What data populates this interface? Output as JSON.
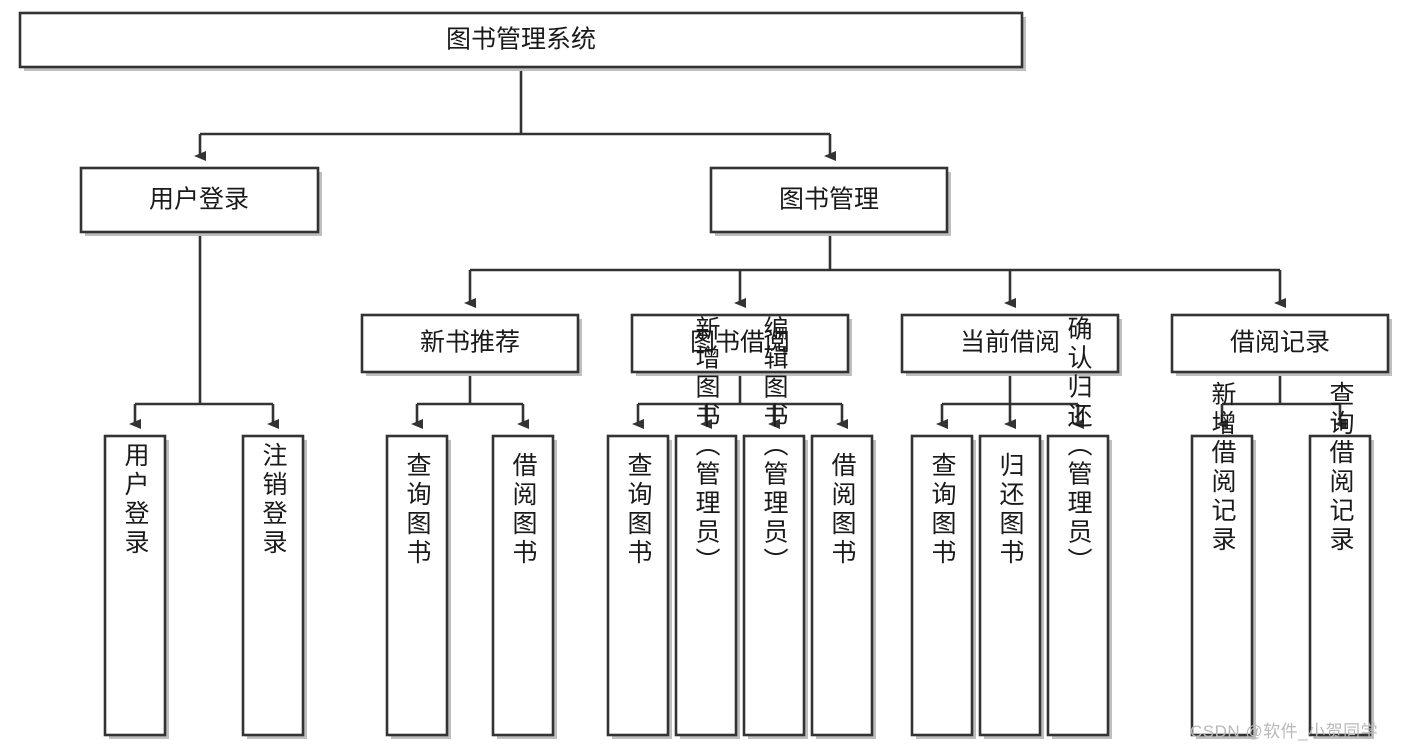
{
  "diagram": {
    "type": "tree",
    "title": "图书管理系统",
    "root": {
      "id": "root",
      "label": "图书管理系统",
      "orientation": "horizontal"
    },
    "level2": [
      {
        "id": "user-login",
        "label": "用户登录",
        "orientation": "horizontal"
      },
      {
        "id": "book-management",
        "label": "图书管理",
        "orientation": "horizontal"
      }
    ],
    "level3": [
      {
        "id": "new-book-recommend",
        "label": "新书推荐",
        "orientation": "horizontal",
        "parent": "book-management"
      },
      {
        "id": "book-borrow",
        "label": "图书借阅",
        "orientation": "horizontal",
        "parent": "book-management"
      },
      {
        "id": "current-borrow",
        "label": "当前借阅",
        "orientation": "horizontal",
        "parent": "book-management"
      },
      {
        "id": "borrow-record",
        "label": "借阅记录",
        "orientation": "horizontal",
        "parent": "book-management"
      }
    ],
    "leaves": [
      {
        "id": "leaf-user-login",
        "label": "用户登录",
        "orientation": "vertical",
        "parent": "user-login"
      },
      {
        "id": "leaf-logout-login",
        "label": "注销登录",
        "orientation": "vertical",
        "parent": "user-login"
      },
      {
        "id": "leaf-query-book-1",
        "label": "查询图书",
        "orientation": "vertical",
        "parent": "new-book-recommend"
      },
      {
        "id": "leaf-borrow-book-1",
        "label": "借阅图书",
        "orientation": "vertical",
        "parent": "new-book-recommend"
      },
      {
        "id": "leaf-query-book-2",
        "label": "查询图书",
        "orientation": "vertical",
        "parent": "book-borrow"
      },
      {
        "id": "leaf-add-book",
        "label": "新增图书（管理员）",
        "orientation": "vertical",
        "parent": "book-borrow"
      },
      {
        "id": "leaf-edit-book",
        "label": "编辑图书（管理员）",
        "orientation": "vertical",
        "parent": "book-borrow"
      },
      {
        "id": "leaf-borrow-book-2",
        "label": "借阅图书",
        "orientation": "vertical",
        "parent": "book-borrow"
      },
      {
        "id": "leaf-query-book-3",
        "label": "查询图书",
        "orientation": "vertical",
        "parent": "current-borrow"
      },
      {
        "id": "leaf-return-book",
        "label": "归还图书",
        "orientation": "vertical",
        "parent": "current-borrow"
      },
      {
        "id": "leaf-confirm-return",
        "label": "确认归还（管理员）",
        "orientation": "vertical",
        "parent": "current-borrow"
      },
      {
        "id": "leaf-add-record",
        "label": "新增借阅记录",
        "orientation": "vertical",
        "parent": "borrow-record"
      },
      {
        "id": "leaf-query-record",
        "label": "查询借阅记录",
        "orientation": "vertical",
        "parent": "borrow-record"
      }
    ],
    "colors": {
      "stroke": "#333333",
      "fill": "#ffffff",
      "text": "#1a1a1a",
      "shadow": "#bfbfbf",
      "watermark": "#b9b9b9"
    }
  },
  "watermark": {
    "text": "CSDN @软件_小贺同学"
  }
}
